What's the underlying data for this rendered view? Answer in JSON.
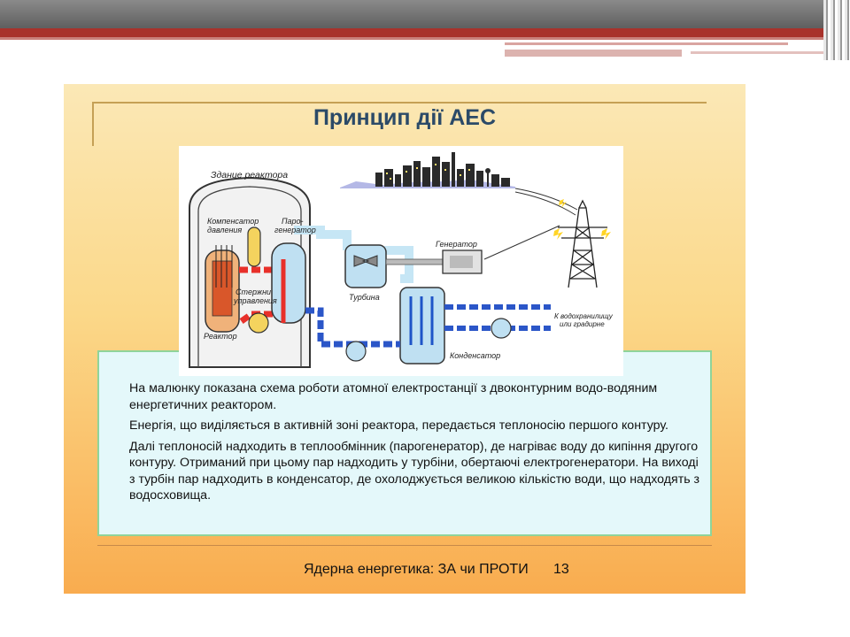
{
  "slide": {
    "title": "Принцип дії АЕС",
    "paragraphs": [
      "На малюнку показана схема роботи атомної електростанції з двоконтурним водо-водяним енергетичних реактором.",
      "Енергія, що виділяється в активній зоні реактора, передається теплоносію першого контуру.",
      "Далі теплоносій надходить в теплообмінник (парогенератор), де нагріває воду до кипіння другого контуру. Отриманий при цьому пар надходить у турбіни, обертаючі електрогенератори. На виході з турбін пар надходить в конденсатор, де охолоджується великою кількістю води, що надходять з водосховища."
    ],
    "footer": "Ядерна енергетика: ЗА чи ПРОТИ",
    "page_number": "13"
  },
  "diagram": {
    "labels": {
      "reactor_building": "Здание реактора",
      "pressure_compensator_1": "Компенсатор",
      "pressure_compensator_2": "давления",
      "steam_generator_1": "Паро-",
      "steam_generator_2": "генератор",
      "generator": "Генератор",
      "control_rods_1": "Стержни",
      "control_rods_2": "управления",
      "turbine": "Турбина",
      "reactor": "Реактор",
      "condenser": "Конденсатор",
      "reservoir_1": "К водохранилищу",
      "reservoir_2": "или градирне"
    }
  },
  "colors": {
    "title": "#2b4a68",
    "primary_loop": "#e8302a",
    "secondary_loop": "#2b56c8",
    "steam_pipe": "#c6e6f5",
    "text_panel_border": "#8fd49a"
  }
}
